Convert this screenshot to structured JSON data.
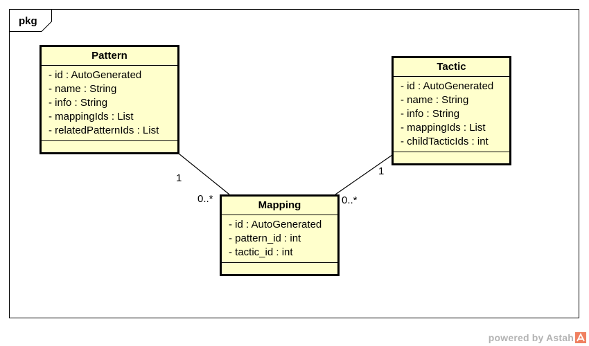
{
  "package": {
    "label": "pkg"
  },
  "classes": {
    "pattern": {
      "name": "Pattern",
      "attributes": [
        "- id : AutoGenerated",
        "- name : String",
        "- info : String",
        "- mappingIds : List",
        "- relatedPatternIds : List"
      ]
    },
    "tactic": {
      "name": "Tactic",
      "attributes": [
        "- id : AutoGenerated",
        "- name : String",
        "- info : String",
        "- mappingIds : List",
        "- childTacticIds : int"
      ]
    },
    "mapping": {
      "name": "Mapping",
      "attributes": [
        "- id : AutoGenerated",
        "- pattern_id : int",
        "- tactic_id : int"
      ]
    }
  },
  "associations": {
    "pattern_mapping": {
      "source_multiplicity": "1",
      "target_multiplicity": "0..*"
    },
    "tactic_mapping": {
      "source_multiplicity": "1",
      "target_multiplicity": "0..*"
    }
  },
  "footer": {
    "powered_by": "powered by Astah"
  },
  "colors": {
    "class_fill": "#ffffcc",
    "border": "#000000",
    "footer_text": "#b3b3b3",
    "astah_icon": "#f08060"
  }
}
